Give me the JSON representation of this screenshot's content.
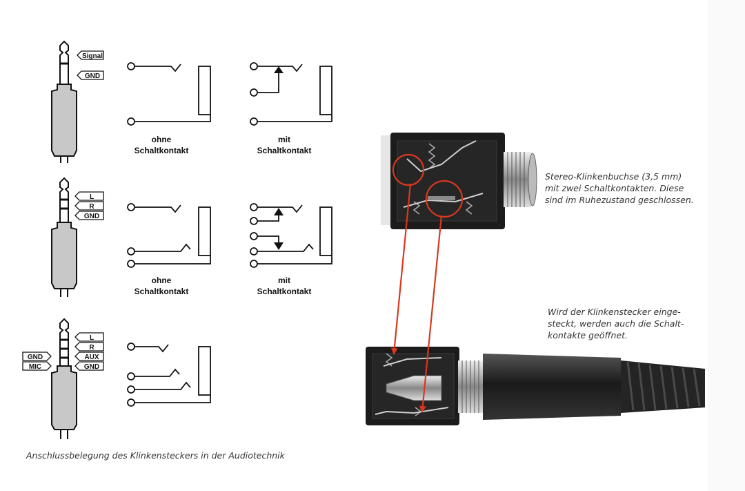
{
  "plug_labels": {
    "signal": "Signal",
    "gnd": "GND",
    "l": "L",
    "r": "R",
    "aux": "AUX",
    "mic": "MIC"
  },
  "switch_captions": {
    "ohne": "ohne",
    "mit": "mit",
    "schaltkontakt": "Schaltkontakt"
  },
  "photo_captions": {
    "top": [
      "Stereo-Klinkenbuchse (3,5 mm)",
      "mit zwei Schaltkontakten. Diese",
      "sind im Ruhezustand geschlossen."
    ],
    "bottom": [
      "Wird der Klinkenstecker einge-",
      "steckt, werden auch die Schalt-",
      "kontakte geöffnet."
    ]
  },
  "figure_caption": "Anschlussbelegung des Klinkensteckers in der Audiotechnik",
  "colors": {
    "annotation_red": "#d9381e",
    "plug_gray": "#c8c8c8",
    "socket_black": "#1c1c1c"
  }
}
